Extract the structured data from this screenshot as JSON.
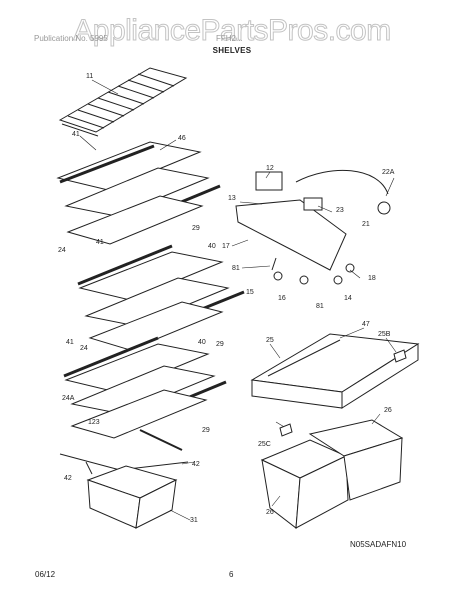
{
  "watermark": "AppliancePartsPros.com",
  "header_left": "Publication No. 5995",
  "header_right": "FFH2...",
  "section_title": "SHELVES",
  "figure_code": "N05SADAFN10",
  "footer_date": "06/12",
  "page_number": "6",
  "callouts": [
    "11",
    "41",
    "46",
    "12",
    "22A",
    "13",
    "23",
    "29",
    "21",
    "24",
    "41",
    "40",
    "17",
    "81",
    "18",
    "15",
    "16",
    "81",
    "14",
    "47",
    "41",
    "24",
    "40",
    "29",
    "25",
    "25B",
    "24A",
    "123",
    "29",
    "26",
    "25C",
    "42",
    "42",
    "31",
    "26"
  ]
}
